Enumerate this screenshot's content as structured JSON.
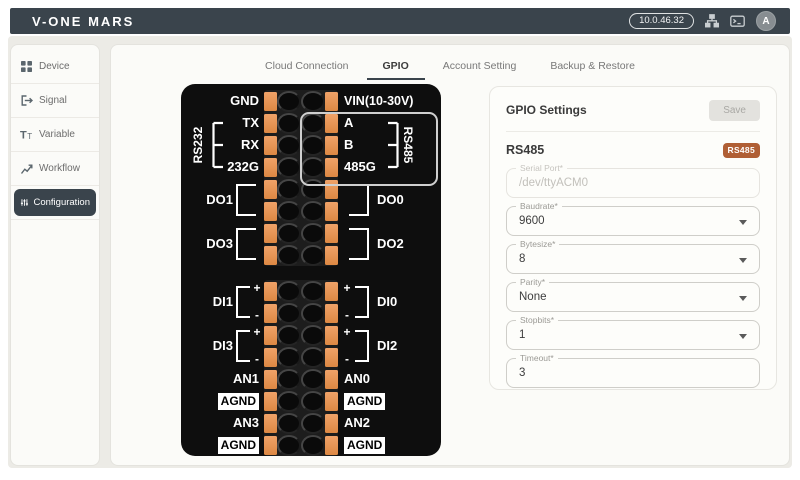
{
  "header": {
    "logo": "V-ONE MARS",
    "ip": "10.0.46.32",
    "avatar": "A"
  },
  "icons": {
    "header": [
      "sitemap-icon",
      "terminal-icon"
    ],
    "sidebar": [
      "grid-icon",
      "export-icon",
      "text-icon",
      "insights-icon",
      "tune-icon"
    ],
    "field_caret": "chevron-down-icon"
  },
  "sidebar": {
    "items": [
      {
        "label": "Device"
      },
      {
        "label": "Signal"
      },
      {
        "label": "Variable"
      },
      {
        "label": "Workflow"
      },
      {
        "label": "Configuration",
        "selected": true
      }
    ]
  },
  "tabs": [
    {
      "label": "Cloud Connection"
    },
    {
      "label": "GPIO",
      "active": true
    },
    {
      "label": "Account Setting"
    },
    {
      "label": "Backup & Restore"
    }
  ],
  "pinout": {
    "gnd": "GND",
    "vin": "VIN(10-30V)",
    "tx": "TX",
    "rx": "RX",
    "g232": "232G",
    "rs232": "RS232",
    "a": "A",
    "b": "B",
    "g485": "485G",
    "rs485": "RS485",
    "do0": "DO0",
    "do1": "DO1",
    "do2": "DO2",
    "do3": "DO3",
    "di0": "DI0",
    "di1": "DI1",
    "di2": "DI2",
    "di3": "DI3",
    "an0": "AN0",
    "an1": "AN1",
    "an2": "AN2",
    "an3": "AN3",
    "agnd": "AGND",
    "plus": "+",
    "minus": "-"
  },
  "settings": {
    "title": "GPIO Settings",
    "save_label": "Save",
    "section": "RS485",
    "badge": "RS485",
    "fields": [
      {
        "label": "Serial Port*",
        "value": "/dev/ttyACM0"
      },
      {
        "label": "Baudrate*",
        "value": "9600"
      },
      {
        "label": "Bytesize*",
        "value": "8"
      },
      {
        "label": "Parity*",
        "value": "None"
      },
      {
        "label": "Stopbits*",
        "value": "1"
      },
      {
        "label": "Timeout*",
        "value": "3"
      }
    ]
  },
  "colors": {
    "header_bg": "#3a444c",
    "accent": "#b05f35",
    "terminal_orange": "#e0904e",
    "canvas_bg": "#ecebe6"
  }
}
